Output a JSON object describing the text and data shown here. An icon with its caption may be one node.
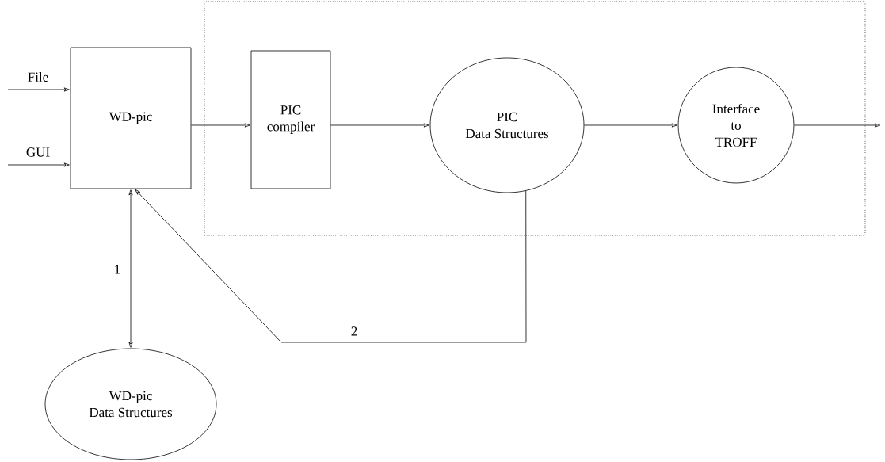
{
  "diagram": {
    "nodes": [
      {
        "text": [
          "WD-pic"
        ]
      },
      {
        "text": [],
        "shape": "box"
      },
      {
        "text": [
          "PIC compiler"
        ],
        "in": 1
      },
      {
        "text": [
          "PIC",
          "Data Structures"
        ],
        "in": 1
      },
      {
        "text": [
          "Interface to TROFF"
        ],
        "in": 1
      },
      {
        "text": [
          "WD-pic",
          "Data Structures"
        ]
      }
    ],
    "edges": [
      {
        "from": null,
        "to": 0,
        "arrow": "to",
        "label": "File"
      },
      {
        "from": null,
        "to": 0,
        "arrow": "to",
        "label": "GUI"
      },
      {
        "from": 0,
        "to": 2,
        "arrow": "to"
      },
      {
        "from": 2,
        "to": 3,
        "arrow": "to"
      },
      {
        "from": 3,
        "to": 4,
        "arrow": "to"
      },
      {
        "from": 4,
        "to": null,
        "arrow": "to"
      },
      {
        "from": 0,
        "to": 5,
        "arrow": "both",
        "label": "1"
      },
      {
        "from": 3,
        "to": 0,
        "arrow": "to",
        "label": "2"
      }
    ]
  }
}
